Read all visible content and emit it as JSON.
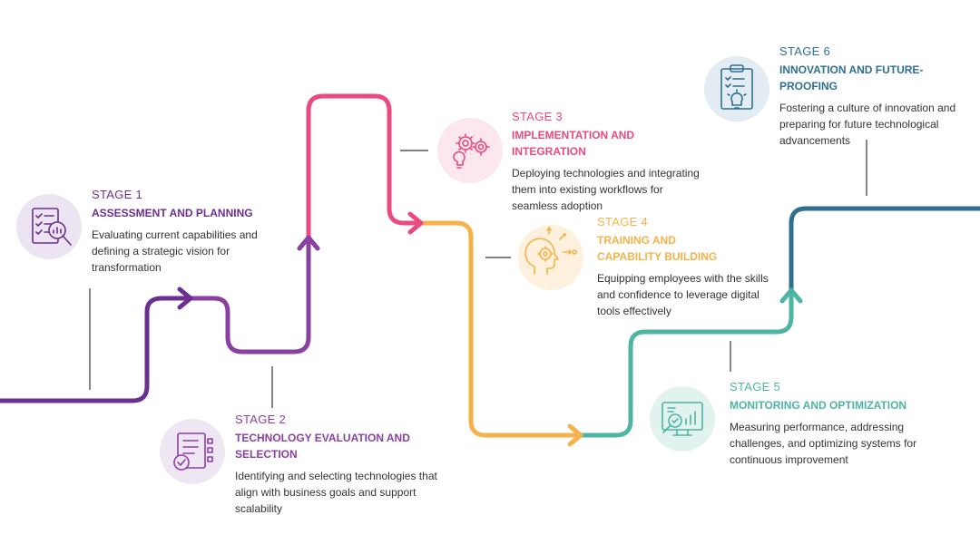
{
  "colors": {
    "stage1": "#6b2f91",
    "stage2": "#8a3fa3",
    "stage3": "#e94a80",
    "stage4": "#f6b24a",
    "stage5": "#4db5a2",
    "stage6": "#2f6f8f"
  },
  "stages": [
    {
      "label": "STAGE 1",
      "title": "ASSESSMENT AND PLANNING",
      "description": "Evaluating current capabilities and defining a strategic vision for transformation",
      "icon": "checklist-magnifier-icon"
    },
    {
      "label": "STAGE 2",
      "title": "TECHNOLOGY EVALUATION AND SELECTION",
      "description": "Identifying and selecting technologies that align with business goals and support scalability",
      "icon": "document-checkmark-icon"
    },
    {
      "label": "STAGE 3",
      "title": "IMPLEMENTATION AND INTEGRATION",
      "description": "Deploying technologies and integrating them into existing workflows for seamless adoption",
      "icon": "gears-lightbulb-icon"
    },
    {
      "label": "STAGE 4",
      "title": "TRAINING AND CAPABILITY BUILDING",
      "description": "Equipping employees with the skills and confidence to leverage digital tools effectively",
      "icon": "head-gear-icon"
    },
    {
      "label": "STAGE 5",
      "title": "MONITORING AND OPTIMIZATION",
      "description": "Measuring performance, addressing challenges, and optimizing systems for continuous improvement",
      "icon": "monitor-chart-icon"
    },
    {
      "label": "STAGE 6",
      "title": "INNOVATION AND FUTURE-PROOFING",
      "description": "Fostering a culture of innovation and preparing for future technological advancements",
      "icon": "clipboard-lightbulb-icon"
    }
  ]
}
